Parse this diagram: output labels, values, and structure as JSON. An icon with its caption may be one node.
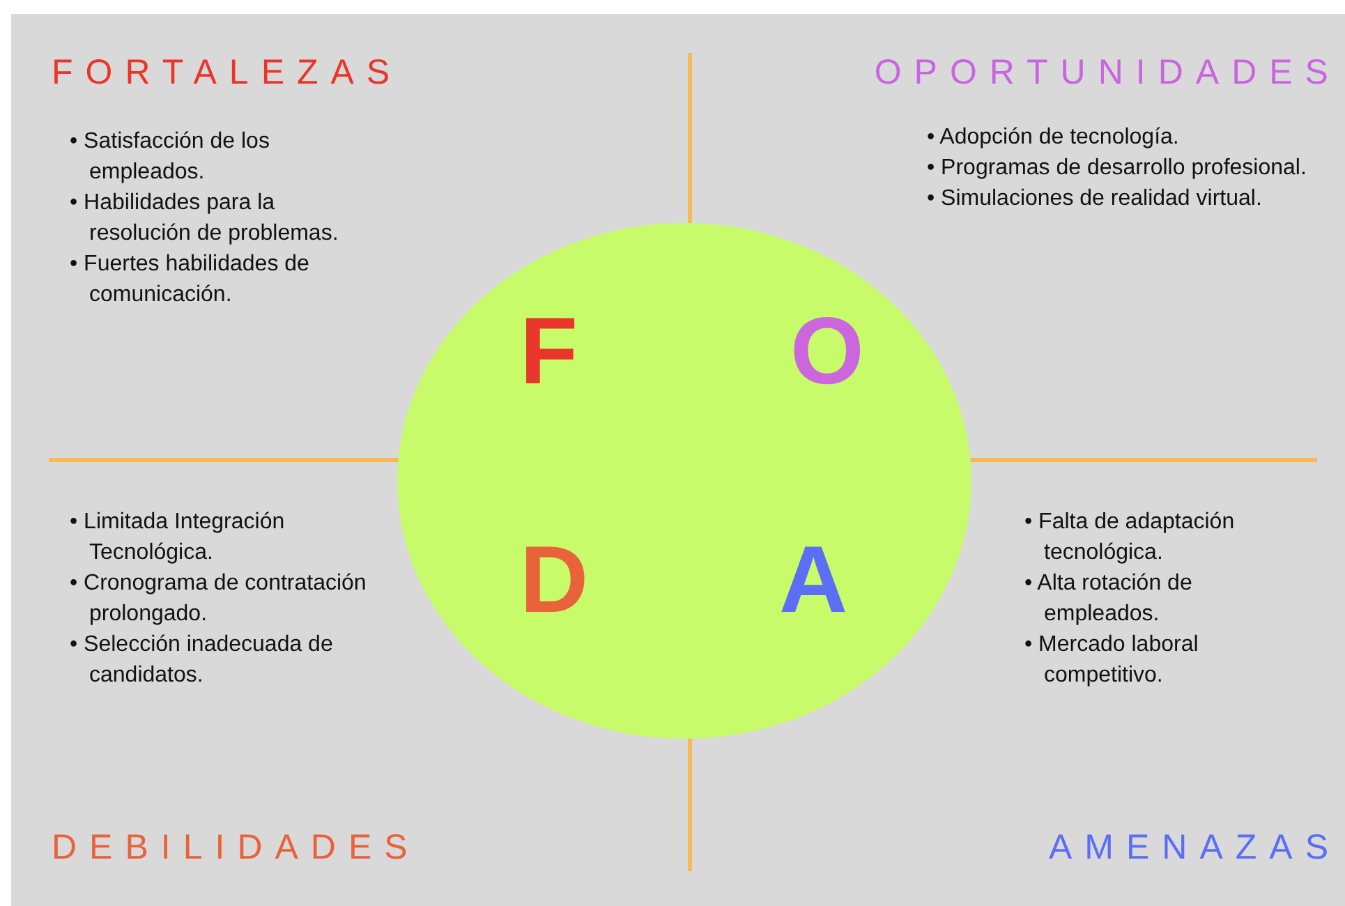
{
  "diagram": {
    "nodes": [
      {
        "text": [
          "F",
          "O",
          "D",
          "A"
        ]
      }
    ],
    "edges": [],
    "labels": [
      "FORTALEZAS",
      "OPORTUNIDADES",
      "• Satisfacción de los empleados.",
      "• Habilidades para la resolución de problemas.",
      "• Fuertes habilidades de comunicación.",
      "• Adopción de tecnología.",
      "• Programas de desarrollo profesional.",
      "• Simulaciones de realidad virtual.",
      "• Limitada Integración Tecnológica.",
      "• Cronograma de contratación prolongado.",
      "• Selección inadecuada de candidatos.",
      "• Falta de adaptación tecnológica.",
      "• Alta rotación de empleados.",
      "• Mercado laboral competitivo.",
      "DEBILIDADES",
      "AMENAZAS"
    ]
  }
}
